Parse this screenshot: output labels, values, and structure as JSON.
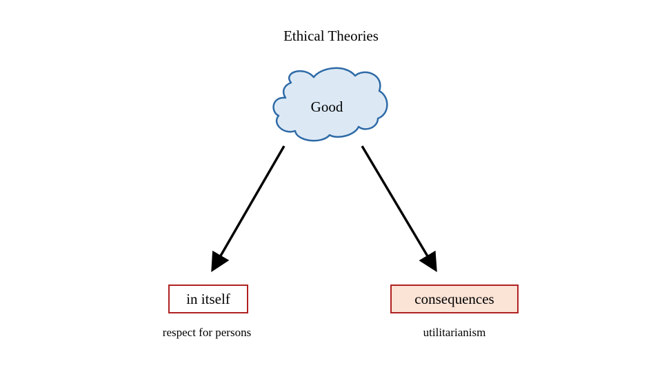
{
  "title": "Ethical Theories",
  "root": {
    "label": "Good",
    "fill": "#dce9f5",
    "stroke": "#2e6aa6"
  },
  "branches": [
    {
      "label": "in itself",
      "caption": "respect for persons",
      "fill": "#ffffff",
      "border": "#b02020"
    },
    {
      "label": "consequences",
      "caption": "utilitarianism",
      "fill": "#fbe3d6",
      "border": "#b02020"
    }
  ]
}
